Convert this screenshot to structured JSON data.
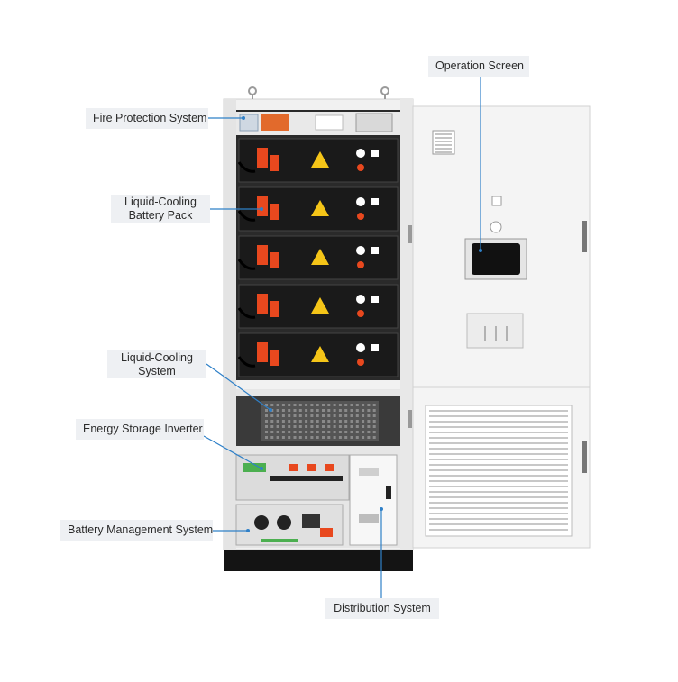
{
  "labels": {
    "fire_protection": "Fire Protection System",
    "liquid_cooling_battery_line1": "Liquid-Cooling",
    "liquid_cooling_battery_line2": "Battery Pack",
    "liquid_cooling_system_line1": "Liquid-Cooling",
    "liquid_cooling_system_line2": "System",
    "energy_storage_inverter": "Energy Storage Inverter",
    "battery_management": "Battery Management System",
    "operation_screen": "Operation Screen",
    "distribution_system": "Distribution System"
  },
  "colors": {
    "callout_line": "#2f80c8",
    "label_bg": "#eef0f3",
    "cabinet_body": "#f2f2f2",
    "battery_module": "#1a1a1a",
    "connector": "#e8481e",
    "warning": "#f5c518"
  }
}
